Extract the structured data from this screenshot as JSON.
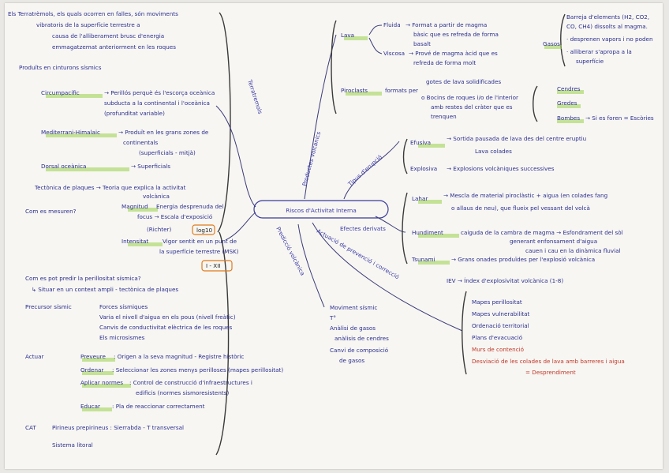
{
  "center": "Riscos d'Activitat Interna",
  "branches": {
    "terratremols": "Terratremols",
    "productes": "Productes volcànics",
    "tipus": "Tipus d'erupció",
    "efectes": "Efectes derivats",
    "actuacio": "Actuació de prevenció i correcció",
    "prediccio": "Predicció volcànica"
  },
  "left": {
    "intro": [
      "Els Terratrèmols, els quals ocorren en falles, són moviments",
      "vibratoris de la superfície terrestre a",
      "causa de l'alliberament brusc d'energia",
      "emmagatzemat anteriorment en les roques"
    ],
    "zones_title": "Produïts en cinturons sísmics",
    "zones": [
      {
        "name": "Circumpacífic",
        "lines": [
          "→ Perillós perquè és l'escorça oceànica",
          "subducta a la continental i l'oceànica",
          "(profunditat variable)"
        ]
      },
      {
        "name": "Mediterrani-Himalaic",
        "lines": [
          "→ Produït en les grans zones de",
          "continentals",
          "(superficials - mitjà)"
        ]
      },
      {
        "name": "Dorsal oceànica",
        "lines": [
          "→ Superficials"
        ]
      }
    ],
    "tectonica": [
      "Tectònica de plaques → Teoria que explica la activitat",
      "volcànica"
    ],
    "mesurar_title": "Com es mesuren?",
    "mesurar": [
      {
        "name": "Magnitud",
        "lines": [
          "Energia desprenuda del",
          "focus → Escala d'exposició",
          "(Richter)"
        ],
        "tag": "log10"
      },
      {
        "name": "Intensitat",
        "lines": [
          "Vigor sentit en un punt de",
          "la superfície terrestre (MSK)"
        ],
        "tag": "I - XII"
      }
    ],
    "predir": [
      "Com es pot predir la perillositat sísmica?",
      "↳ Situar en un context ampli - tectònica de plaques"
    ],
    "precursor_title": "Precursor sísmic",
    "precursors": [
      "Forces sísmiques",
      "Varia el nivell d'aigua en els pous (nivell freàtic)",
      "Canvis de conductivitat elèctrica de les roques",
      "Els microsismes"
    ],
    "actuar_title": "Actuar",
    "actuar": [
      {
        "name": "Preveure",
        "text": ": Origen a la seva magnitud - Registre històric"
      },
      {
        "name": "Ordenar",
        "text": ": Seleccionar les zones menys perilloses (mapes perillositat)"
      },
      {
        "name": "Aplicar normes",
        "text": ": Control de construcció d'infraestructures i",
        "text2": "edificis (normes sismoresistents)"
      },
      {
        "name": "Educar",
        "text": ": Pla de reaccionar correctament"
      }
    ],
    "cat_title": "CAT",
    "cat": [
      "Pirineus prepirineus : Sierrabda - T transversal",
      "Sistema litoral"
    ]
  },
  "right": {
    "lava": "Lava",
    "fluida": "Fluida",
    "fluida_text": [
      "→ Format a partir de magma",
      "bàsic que es refreda de forma",
      "basalt"
    ],
    "viscosa": "Viscosa",
    "viscosa_text": [
      "→ Prové de magma àcid que es",
      "refreda de forma molt"
    ],
    "gasos": "Gasos",
    "gasos_text": [
      "Barreja d'elements (H2, CO2,",
      "CO, CH4) dissolts al magma.",
      "· desprenen vapors i no poden",
      "· alliberar s'apropa a la",
      "superfície"
    ],
    "piroclasts": "Piroclasts",
    "piroclasts_text": [
      "formats per",
      "gotes de lava solidificades",
      "o Bocins de roques i/o de l'interior",
      "amb restes del cràter que es",
      "trenquen"
    ],
    "cendres": "Cendres",
    "gredes": "Gredes",
    "bombes": "Bombes",
    "bombes_text": "→ Si es foren = Escòries",
    "efusiva": "Efusiva",
    "efusiva_text": [
      "→ Sortida pausada de lava des del centre eruptiu",
      "Lava colades"
    ],
    "explosiva": "Explosiva",
    "explosiva_text": "→ Explosions volcàniques successives",
    "lahar": "Lahar",
    "lahar_text": [
      "→ Mescla de material piroclàstic + aigua (en colades fang",
      "o allaus de neu), que flueix pel vessant del volcà"
    ],
    "hundiment": "Hundiment",
    "hundiment_text": [
      "caiguda de la cambra de magma → Esfondrament del sòl",
      "generant enfonsament d'aigua",
      "cauen i cau en la dinàmica fluvial"
    ],
    "tsunami": "Tsunami",
    "tsunami_text": "→ Grans onades produïdes per l'explosió volcànica",
    "iev": "IEV → Índex d'explosivitat volcànica (1-8)",
    "prediccio": [
      "Moviment sísmic",
      "T°",
      "Anàlisi de gasos",
      "anàlisis de cendres",
      "Canvi de composició",
      "de gasos"
    ],
    "correccio": [
      "Mapes perillositat",
      "Mapes vulnerabilitat",
      "Ordenació territorial",
      "Plans d'evacuació",
      "Murs de contenció",
      "Desviació de les colades de lava amb barreres i aigua",
      "= Desprendiment"
    ]
  }
}
